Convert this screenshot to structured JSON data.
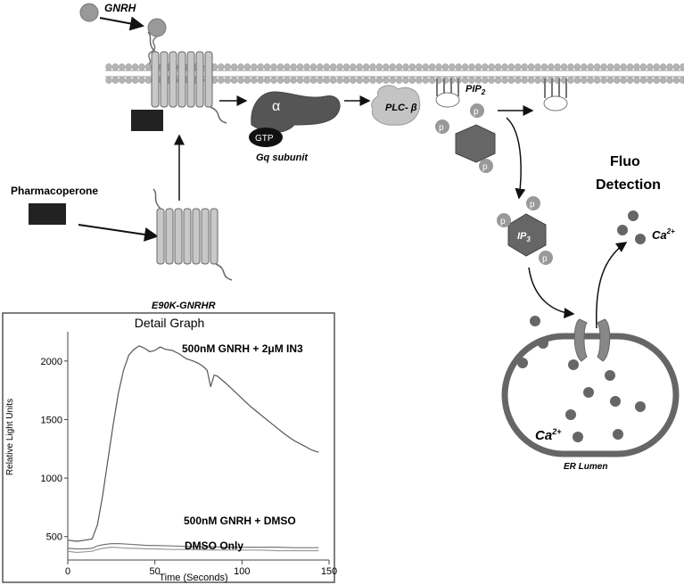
{
  "diagram": {
    "gnrh_label": "GNRH",
    "pharmacoperone_label": "Pharmacoperone",
    "mutant_receptor_label": "E90K-GNRHR",
    "alpha_symbol": "α",
    "gtp_label": "GTP",
    "gq_label": "Gq subunit",
    "plc_label": "PLC- β",
    "pip2_label": "PIP",
    "pip2_sub": "2",
    "ip3_label": "IP",
    "ip3_sub": "3",
    "phosphate_label": "p",
    "fluo_label_line1": "Fluo",
    "fluo_label_line2": "Detection",
    "ca_label": "Ca",
    "ca_sup": "2+",
    "er_label": "ER Lumen"
  },
  "graph": {
    "panel_title": "Detail Graph",
    "series_labels": [
      "500nM GNRH + 2μM IN3",
      "500nM GNRH + DMSO",
      "DMSO Only"
    ]
  },
  "chart_data": {
    "type": "line",
    "title": "Detail Graph",
    "xlabel": "Time (Seconds)",
    "ylabel": "Relative Light Units",
    "xlim": [
      0,
      150
    ],
    "ylim": [
      300,
      2250
    ],
    "x_ticks": [
      0,
      50,
      100,
      150
    ],
    "y_ticks": [
      500,
      1000,
      1500,
      2000
    ],
    "grid": false,
    "series": [
      {
        "name": "500nM GNRH + 2μM IN3",
        "color": "#555555",
        "x": [
          0,
          5,
          10,
          14,
          17,
          20,
          23,
          26,
          29,
          32,
          35,
          38,
          41,
          44,
          47,
          50,
          53,
          56,
          60,
          64,
          68,
          72,
          75,
          78,
          80,
          82,
          84,
          86,
          90,
          95,
          100,
          105,
          110,
          115,
          120,
          125,
          130,
          135,
          140,
          144
        ],
        "y": [
          470,
          460,
          470,
          480,
          600,
          850,
          1150,
          1450,
          1720,
          1920,
          2050,
          2100,
          2130,
          2110,
          2080,
          2090,
          2120,
          2100,
          2090,
          2060,
          2020,
          2000,
          1980,
          1950,
          1920,
          1780,
          1880,
          1870,
          1820,
          1750,
          1680,
          1610,
          1550,
          1490,
          1430,
          1370,
          1320,
          1280,
          1240,
          1220
        ]
      },
      {
        "name": "500nM GNRH + DMSO",
        "color": "#777777",
        "x": [
          0,
          5,
          10,
          14,
          17,
          20,
          25,
          30,
          35,
          40,
          45,
          50,
          60,
          70,
          80,
          90,
          100,
          110,
          120,
          130,
          144
        ],
        "y": [
          400,
          395,
          395,
          400,
          420,
          430,
          440,
          440,
          435,
          430,
          425,
          425,
          420,
          415,
          415,
          410,
          410,
          410,
          410,
          405,
          405
        ]
      },
      {
        "name": "DMSO Only",
        "color": "#999999",
        "x": [
          0,
          5,
          10,
          14,
          17,
          20,
          25,
          30,
          35,
          40,
          45,
          50,
          60,
          70,
          80,
          90,
          100,
          110,
          120,
          130,
          144
        ],
        "y": [
          375,
          365,
          370,
          375,
          390,
          400,
          410,
          405,
          400,
          400,
          395,
          395,
          390,
          390,
          385,
          385,
          385,
          385,
          380,
          380,
          380
        ]
      }
    ]
  },
  "colors": {
    "dark_gray": "#555555",
    "mid_gray": "#999999",
    "light_gray": "#bbbbbb",
    "membrane": "#a0a0a0",
    "black_box": "#222222"
  }
}
